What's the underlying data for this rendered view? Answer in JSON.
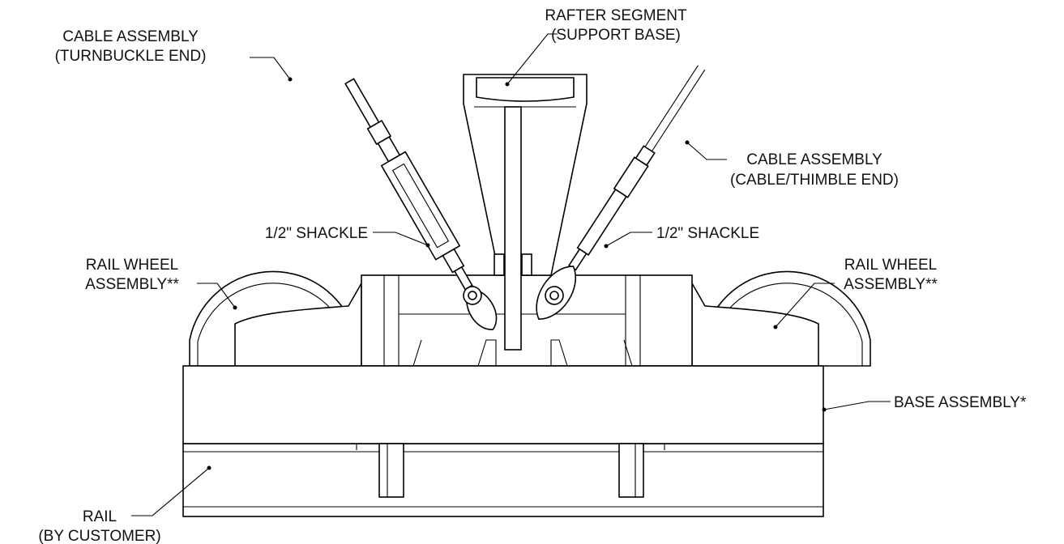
{
  "labels": {
    "rafter_segment": {
      "line1": "RAFTER SEGMENT",
      "line2": "(SUPPORT BASE)"
    },
    "cable_turnbuckle": {
      "line1": "CABLE ASSEMBLY",
      "line2": "(TURNBUCKLE END)"
    },
    "cable_thimble": {
      "line1": "CABLE ASSEMBLY",
      "line2": "(CABLE/THIMBLE END)"
    },
    "shackle_left": "1/2\" SHACKLE",
    "shackle_right": "1/2\" SHACKLE",
    "rail_wheel_left": {
      "line1": "RAIL WHEEL",
      "line2": "ASSEMBLY**"
    },
    "rail_wheel_right": {
      "line1": "RAIL WHEEL",
      "line2": "ASSEMBLY**"
    },
    "base_assembly": "BASE ASSEMBLY*",
    "rail": {
      "line1": "RAIL",
      "line2": "(BY CUSTOMER)"
    }
  },
  "colors": {
    "line": "#000000",
    "text": "#111111",
    "background": "#ffffff"
  }
}
